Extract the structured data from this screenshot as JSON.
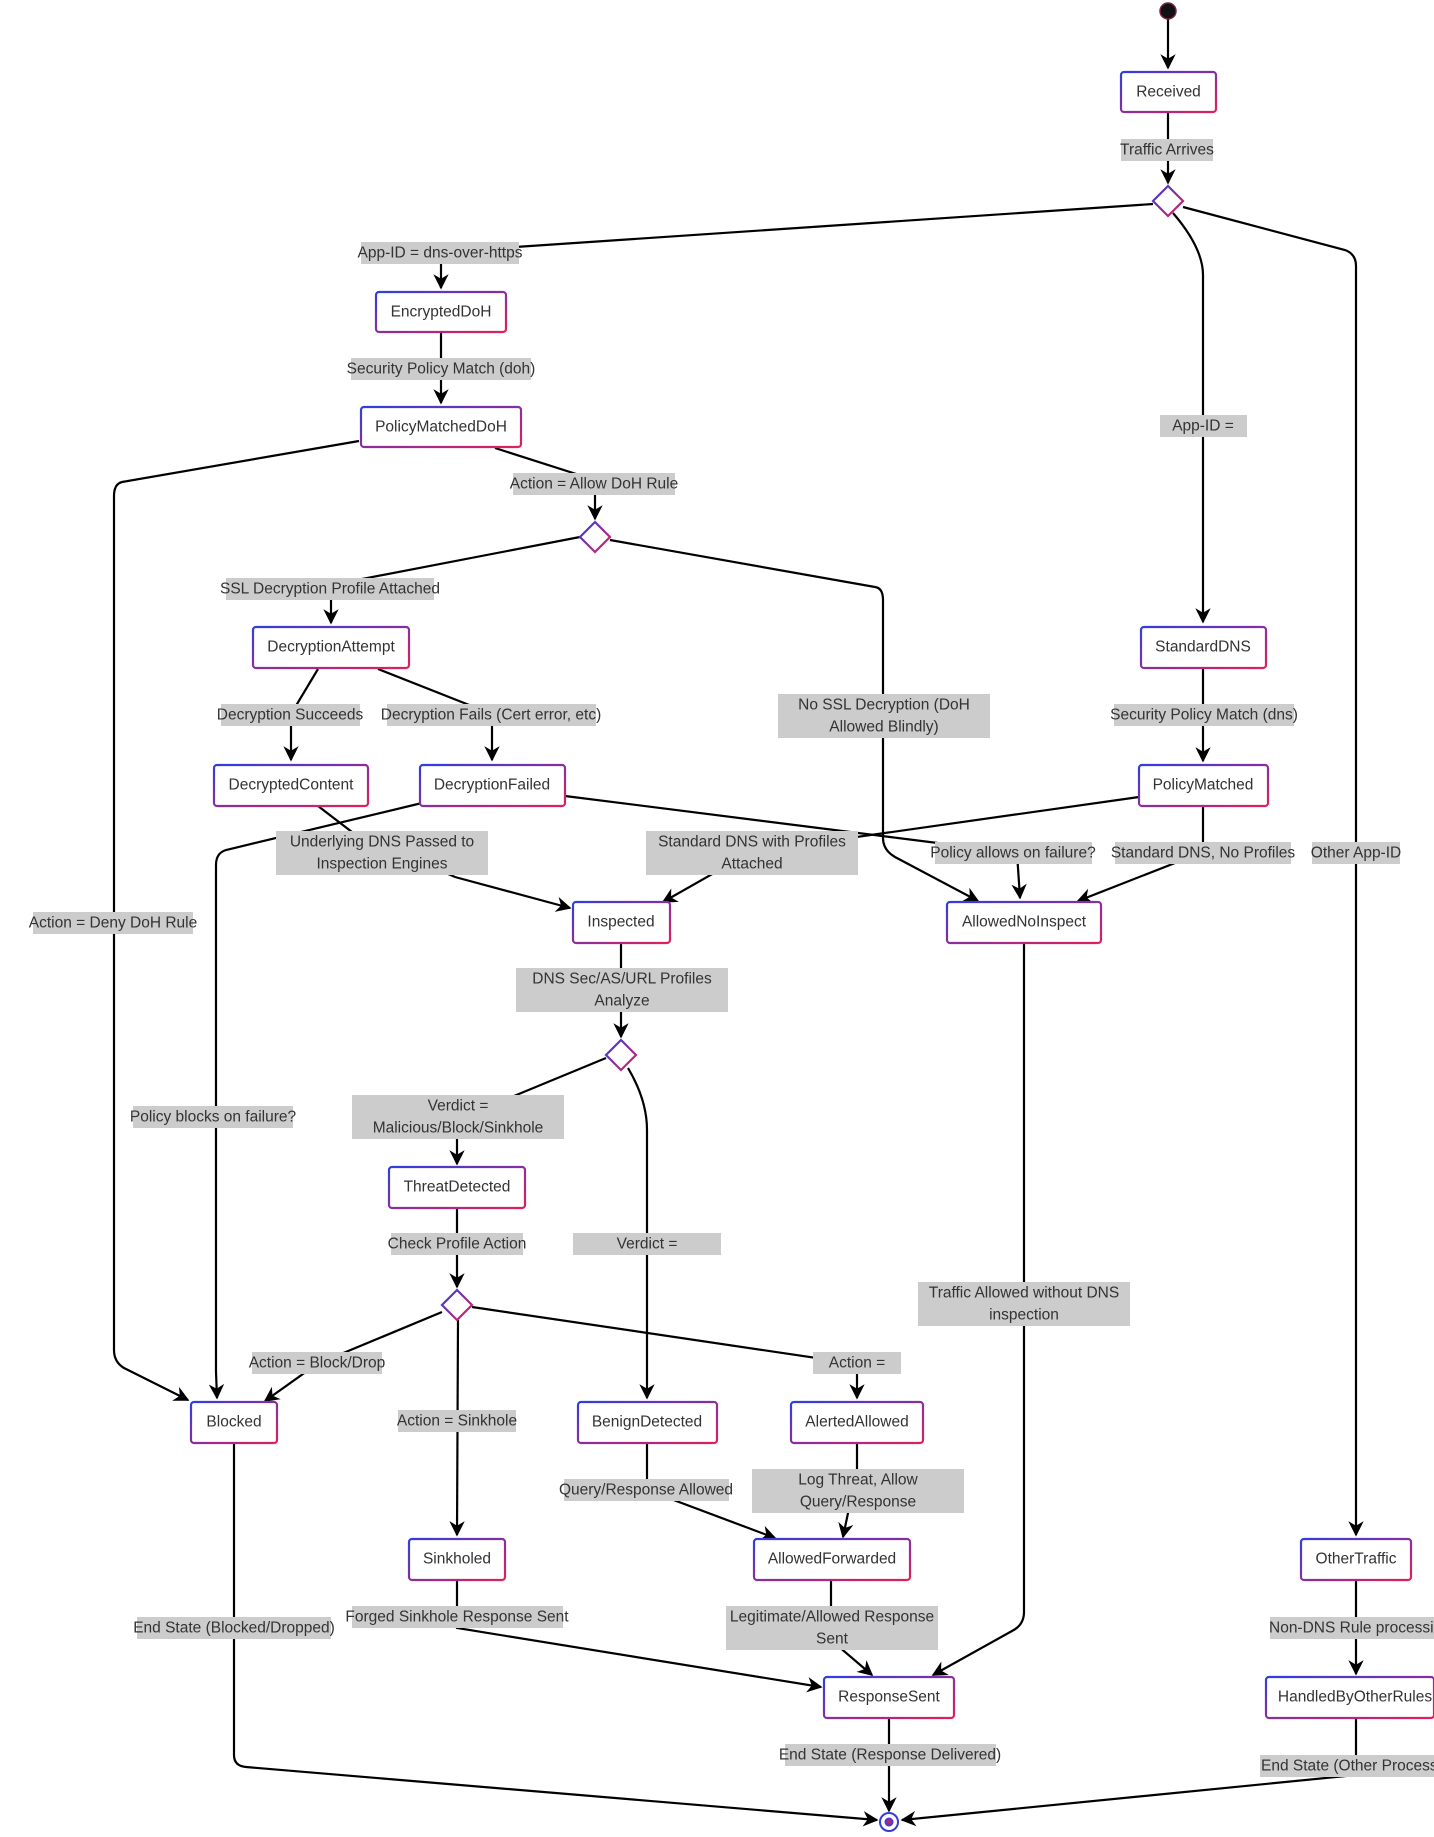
{
  "diagram": {
    "colors": {
      "node_gradient_start": "#2f3ee0",
      "node_gradient_end": "#e0205a",
      "label_bg": "#cccccc",
      "edge": "#000000",
      "text": "#333333"
    },
    "nodes": {
      "received": "Received",
      "encrypted_doh": "EncryptedDoH",
      "policy_matched_doh": "PolicyMatchedDoH",
      "decryption_attempt": "DecryptionAttempt",
      "decrypted_content": "DecryptedContent",
      "decryption_failed": "DecryptionFailed",
      "standard_dns": "StandardDNS",
      "policy_matched": "PolicyMatched",
      "inspected": "Inspected",
      "allowed_no_inspect": "AllowedNoInspect",
      "threat_detected": "ThreatDetected",
      "blocked": "Blocked",
      "sinkholed": "Sinkholed",
      "benign_detected": "BenignDetected",
      "alerted_allowed": "AlertedAllowed",
      "allowed_forwarded": "AllowedForwarded",
      "response_sent": "ResponseSent",
      "other_traffic": "OtherTraffic",
      "handled_by_other_rules": "HandledByOtherRules"
    },
    "labels": {
      "traffic_arrives": "Traffic Arrives",
      "app_id_doh": "App-ID = dns-over-https",
      "app_id_dns": "App-ID =",
      "other_app_id": "Other App-ID",
      "sec_policy_doh": "Security Policy Match (doh)",
      "allow_doh": "Action = Allow DoH Rule",
      "deny_doh": "Action = Deny DoH Rule",
      "ssl_profile": "SSL Decryption Profile Attached",
      "no_ssl": [
        "No SSL Decryption (DoH",
        "Allowed Blindly)"
      ],
      "decrypt_ok": "Decryption Succeeds",
      "decrypt_fail": "Decryption Fails (Cert error, etc)",
      "underlying_dns": [
        "Underlying DNS Passed to",
        "Inspection Engines"
      ],
      "policy_blocks_fail": "Policy blocks on failure?",
      "policy_allows_fail": "Policy allows on failure?",
      "sec_policy_dns": "Security Policy Match (dns)",
      "std_dns_profiles": [
        "Standard DNS with Profiles",
        "Attached"
      ],
      "std_dns_no_profiles": "Standard DNS, No Profiles",
      "profiles_analyze": [
        "DNS Sec/AS/URL Profiles",
        "Analyze"
      ],
      "verdict_malicious": [
        "Verdict =",
        "Malicious/Block/Sinkhole"
      ],
      "verdict": "Verdict =",
      "check_profile": "Check Profile Action",
      "action_block": "Action = Block/Drop",
      "action_sinkhole": "Action = Sinkhole",
      "action": "Action =",
      "traffic_no_dns": [
        "Traffic Allowed without DNS",
        "inspection"
      ],
      "query_allowed": "Query/Response Allowed",
      "log_threat": [
        "Log Threat, Allow",
        "Query/Response"
      ],
      "end_blocked": "End State (Blocked/Dropped)",
      "forged_sinkhole": "Forged Sinkhole Response Sent",
      "legit_response": [
        "Legitimate/Allowed Response",
        "Sent"
      ],
      "non_dns": "Non-DNS Rule processing",
      "end_delivered": "End State (Response Delivered)",
      "end_other": "End State (Other Processing)"
    }
  }
}
